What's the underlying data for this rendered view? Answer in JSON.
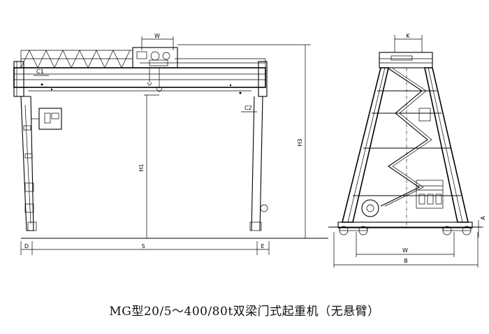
{
  "caption": "MG型20/5～400/80t双梁门式起重机（无悬臂）",
  "front_view": {
    "labels": {
      "w": "W",
      "c1": "C1",
      "c2": "C2",
      "h1": "H1",
      "h3": "H3",
      "d": "D",
      "s": "S",
      "e": "E"
    }
  },
  "side_view": {
    "labels": {
      "k": "K",
      "a": "A",
      "w": "W",
      "b": "B"
    }
  }
}
